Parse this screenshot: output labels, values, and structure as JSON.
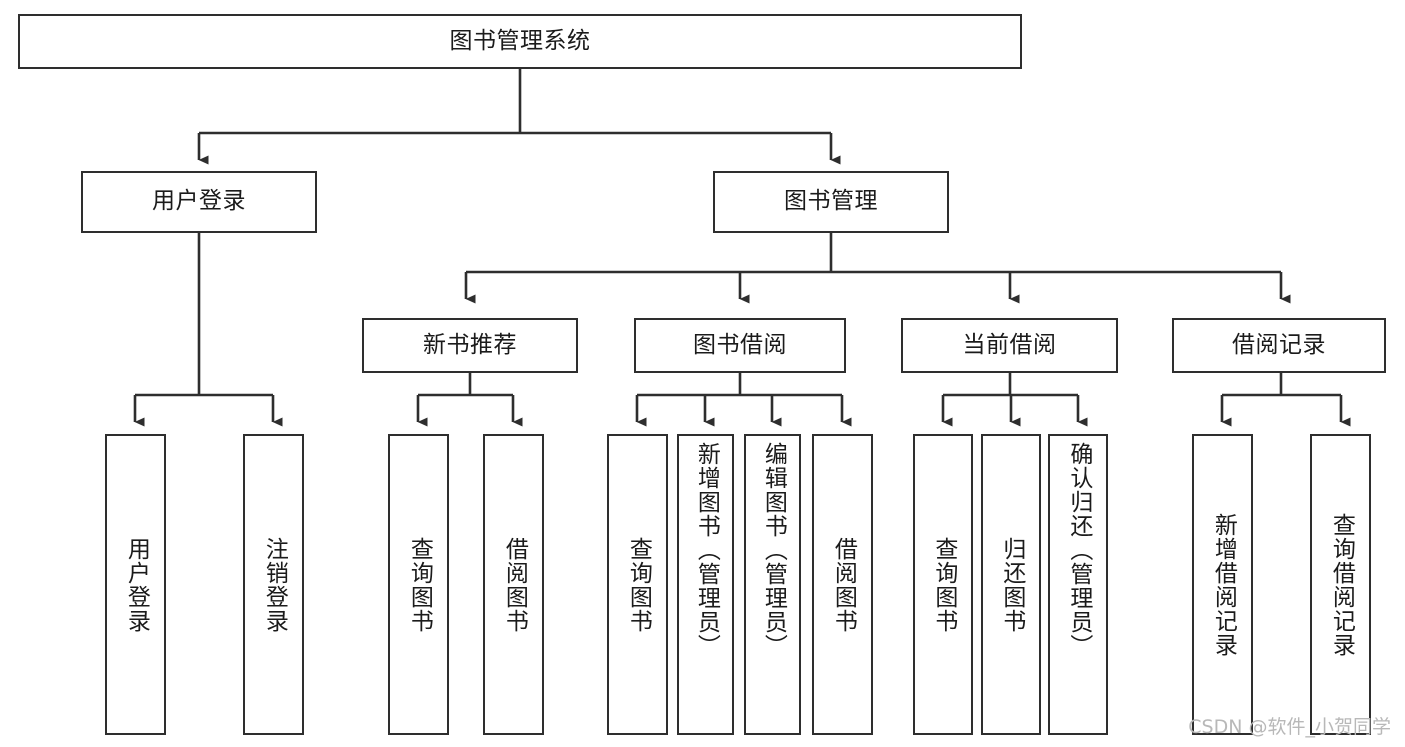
{
  "diagram": {
    "type": "hierarchy-tree",
    "title": "图书管理系统",
    "watermark": "CSDN @软件_小贺同学",
    "colors": {
      "background": "#ffffff",
      "border": "#2e2e2e",
      "connector": "#2e2e2e",
      "text": "#1b1b1b",
      "watermark": "#b8b8b8"
    },
    "root": {
      "label": "图书管理系统"
    },
    "level2": [
      {
        "label": "用户登录"
      },
      {
        "label": "图书管理"
      }
    ],
    "level3": [
      {
        "label": "新书推荐"
      },
      {
        "label": "图书借阅"
      },
      {
        "label": "当前借阅"
      },
      {
        "label": "借阅记录"
      }
    ],
    "leaves": {
      "user_login": [
        {
          "label": "用户登录"
        },
        {
          "label": "注销登录"
        }
      ],
      "new_book_recommend": [
        {
          "label": "查询图书"
        },
        {
          "label": "借阅图书"
        }
      ],
      "book_borrow": [
        {
          "label": "查询图书"
        },
        {
          "label": "新增图书（管理员）"
        },
        {
          "label": "编辑图书（管理员）"
        },
        {
          "label": "借阅图书"
        }
      ],
      "current_borrow": [
        {
          "label": "查询图书"
        },
        {
          "label": "归还图书"
        },
        {
          "label": "确认归还（管理员）"
        }
      ],
      "borrow_record": [
        {
          "label": "新增借阅记录"
        },
        {
          "label": "查询借阅记录"
        }
      ]
    }
  }
}
